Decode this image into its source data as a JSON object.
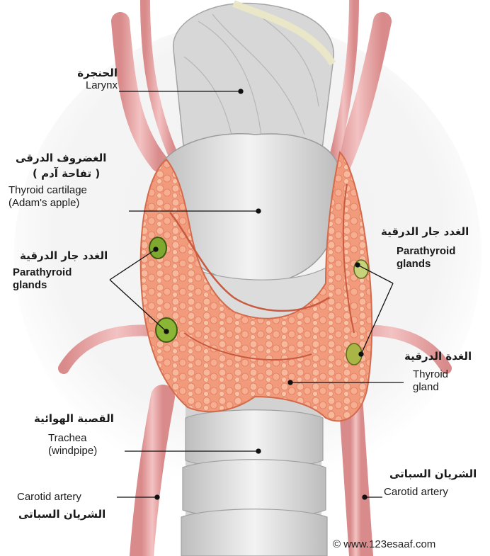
{
  "labels": {
    "larynx": {
      "ar": "الحنجرة",
      "en": "Larynx"
    },
    "thyroid_cartilage": {
      "ar1": "الغضروف الدرقى",
      "ar2": "( تفاحة آدم )",
      "en1": "Thyroid cartilage",
      "en2": "(Adam's apple)"
    },
    "parathyroid_left": {
      "ar": "الغدد جار الدرقية",
      "en1": "Parathyroid",
      "en2": "glands"
    },
    "parathyroid_right": {
      "ar": "الغدد جار الدرقية",
      "en1": "Parathyroid",
      "en2": "glands"
    },
    "thyroid_gland": {
      "ar": "الغدة الدرقية",
      "en1": "Thyroid",
      "en2": "gland"
    },
    "trachea": {
      "ar": "القصبة الهوائية",
      "en1": "Trachea",
      "en2": "(windpipe)"
    },
    "carotid_left": {
      "en": "Carotid artery",
      "ar": "الشريان السباتى"
    },
    "carotid_right": {
      "ar": "الشريان السباتى",
      "en": "Carotid artery"
    }
  },
  "credit": "© www.123esaaf.com",
  "colors": {
    "thyroid": "#f0997a",
    "artery": "#e9a3a3",
    "cartilage": "#dcdcdc",
    "parathyroid": "#7fa82e"
  }
}
